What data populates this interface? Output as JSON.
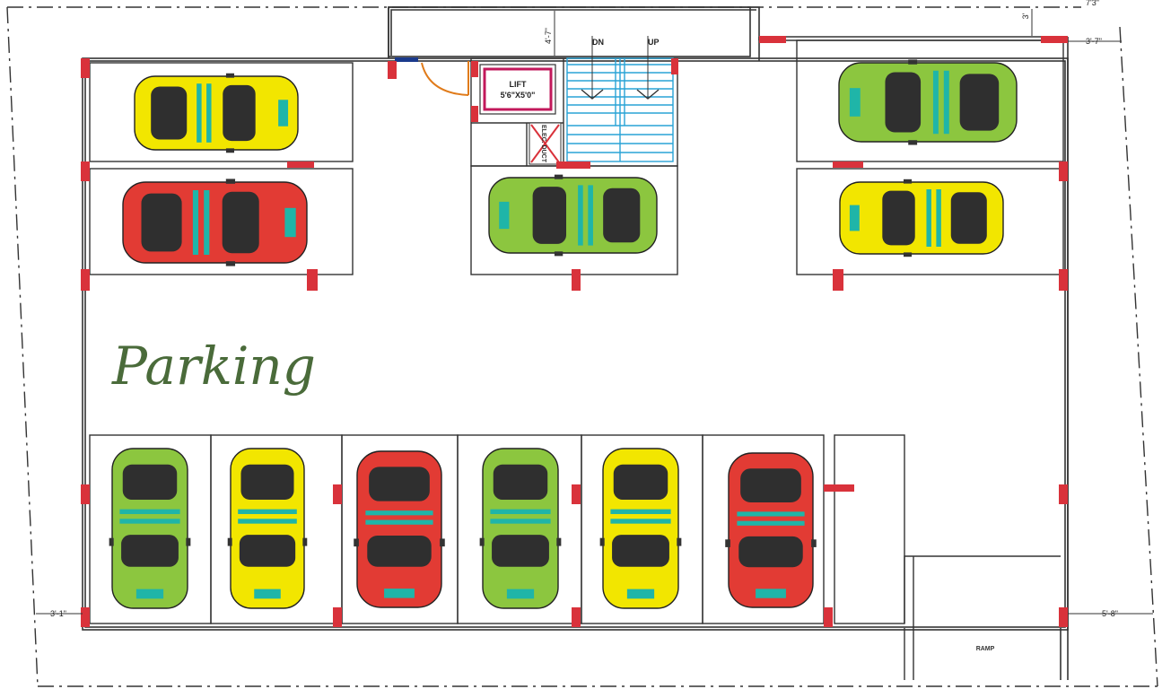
{
  "title": "Parking",
  "lift": {
    "label": "LIFT",
    "size": "5'6\"X5'0\""
  },
  "elec_duct": "ELEC. DUCT",
  "stairs": {
    "down": "DN",
    "up": "UP"
  },
  "ramp": "RAMP",
  "dimensions": {
    "top_small": "4'-7\"",
    "top_right_small": "3'",
    "right_top": "3'-7\"",
    "left_bottom": "3'-1\"",
    "right_bottom": "5'-8\"",
    "corner": "7'3\""
  },
  "colors": {
    "green": "#8cc63f",
    "yellow": "#f2e600",
    "red": "#e23b34",
    "glass": "#2f2f2f",
    "stripe": "#1fb5a8",
    "column": "#d9323b",
    "stair": "#29a3d6",
    "lift_border": "#c2185b",
    "door": "#e07b1a"
  },
  "cars": [
    {
      "id": "car-1",
      "color": "yellow",
      "orientation": "horizontal-right"
    },
    {
      "id": "car-2",
      "color": "red",
      "orientation": "horizontal-right"
    },
    {
      "id": "car-3",
      "color": "green",
      "orientation": "horizontal-left"
    },
    {
      "id": "car-4",
      "color": "green",
      "orientation": "horizontal-left"
    },
    {
      "id": "car-5",
      "color": "yellow",
      "orientation": "horizontal-left"
    },
    {
      "id": "car-6",
      "color": "green",
      "orientation": "vertical"
    },
    {
      "id": "car-7",
      "color": "yellow",
      "orientation": "vertical"
    },
    {
      "id": "car-8",
      "color": "red",
      "orientation": "vertical"
    },
    {
      "id": "car-9",
      "color": "green",
      "orientation": "vertical"
    },
    {
      "id": "car-10",
      "color": "yellow",
      "orientation": "vertical"
    },
    {
      "id": "car-11",
      "color": "red",
      "orientation": "vertical"
    }
  ]
}
